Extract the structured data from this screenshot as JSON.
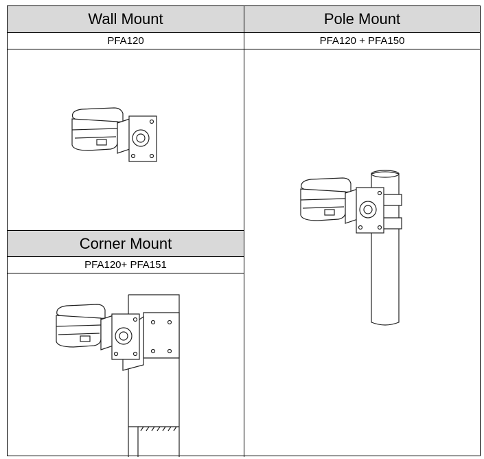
{
  "wall": {
    "title": "Wall Mount",
    "model": "PFA120"
  },
  "pole": {
    "title": "Pole Mount",
    "model": "PFA120 + PFA150"
  },
  "corner": {
    "title": "Corner Mount",
    "model": "PFA120+ PFA151"
  }
}
